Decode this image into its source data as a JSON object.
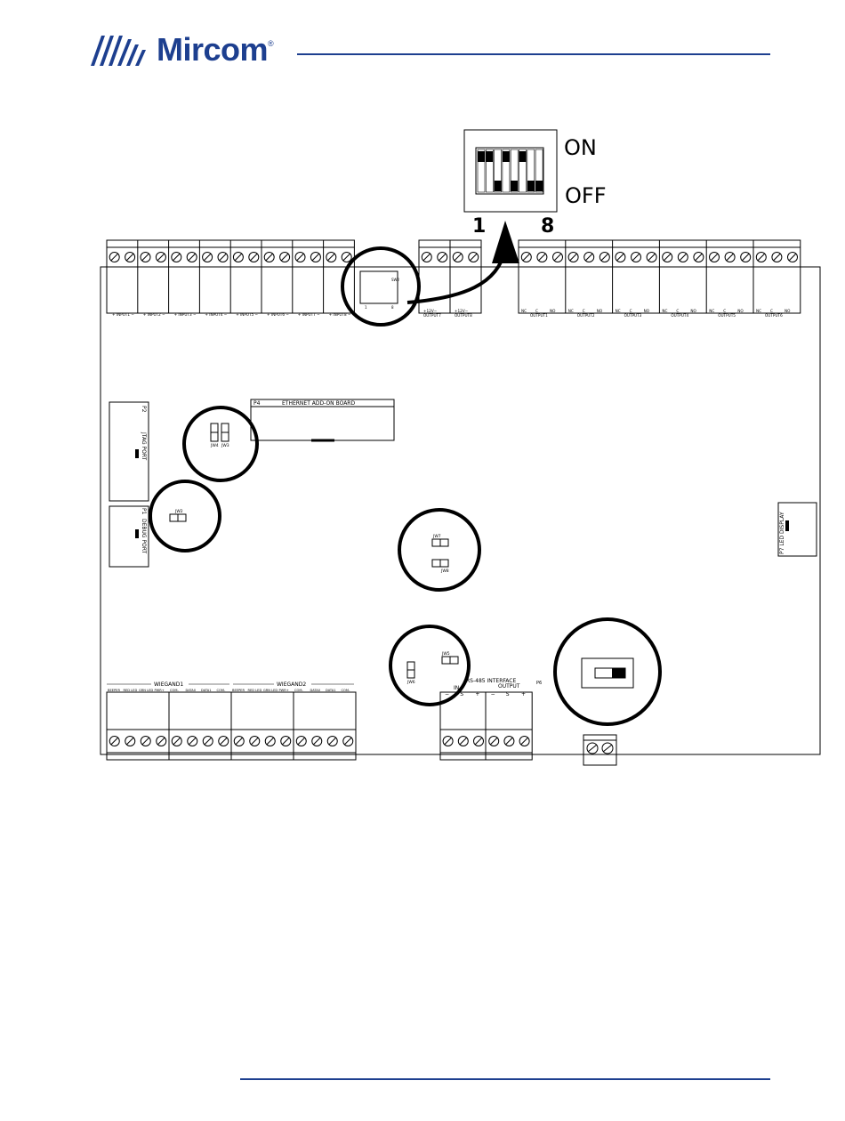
{
  "brand": {
    "name": "Mircom",
    "reg": "®",
    "color": "#1d3f8f"
  },
  "dip": {
    "on": "ON",
    "off": "OFF",
    "first": "1",
    "last": "8"
  },
  "inputs": [
    "INPUT1",
    "INPUT2",
    "INPUT3",
    "INPUT4",
    "INPUT5",
    "INPUT6",
    "INPUT7",
    "INPUT8"
  ],
  "outputs_small": [
    "OUTPUT7",
    "OUTPUT8"
  ],
  "outputs_small_polarity": "+12V−",
  "outputs_relay": [
    "OUTPUT1",
    "OUTPUT2",
    "OUTPUT3",
    "OUTPUT4",
    "OUTPUT5",
    "OUTPUT6"
  ],
  "relay_terms": [
    "NC",
    "C",
    "NO"
  ],
  "labels": {
    "sw2": "SW2",
    "sw_1": "1",
    "sw_8": "8",
    "p4": "P4",
    "ethernet": "ETHERNET ADD-ON BOARD",
    "p2": "P2",
    "jtag": "JTAG PORT",
    "p1": "P1",
    "debug": "DEBUG PORT",
    "jw4": "JW4",
    "jw3": "JW3",
    "jw2": "JW2",
    "jw7": "JW7",
    "jw8": "JW8",
    "jw5": "JW5",
    "jw6": "JW6",
    "p7": "P7 LED DISPLAY",
    "wiegand1": "WIEGAND1",
    "wiegand2": "WIEGAND2",
    "rs485": "RS-485 INTERFACE",
    "in": "IN",
    "out": "OUTPUT",
    "p6": "P6"
  },
  "wiegand_terms": [
    "BEEPER",
    "RED LED",
    "GRN LED",
    "PWR+",
    "COM-",
    "DATA0",
    "DATA1",
    "COM-"
  ],
  "rs485_terms": [
    "−",
    "S",
    "+",
    "−",
    "S",
    "+"
  ]
}
